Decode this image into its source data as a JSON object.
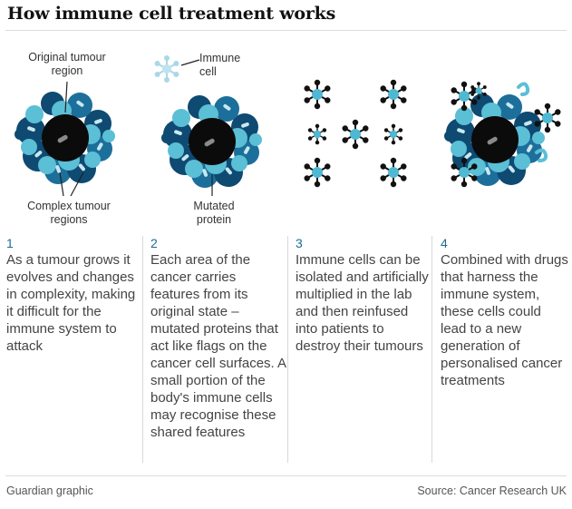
{
  "title": "How immune cell treatment works",
  "labels": {
    "original_region": "Original tumour region",
    "complex_regions": "Complex tumour regions",
    "immune_cell": "Immune cell",
    "mutated_protein": "Mutated protein"
  },
  "steps": [
    {
      "num": "1",
      "text": "As a tumour grows it evolves and changes in complexity, making it difficult for the immune system to attack"
    },
    {
      "num": "2",
      "text": "Each area of the cancer carries features from its original state – mutated proteins that act like flags on the cancer cell surfaces. A small portion of the body's immune cells may recognise these shared features"
    },
    {
      "num": "3",
      "text": "Immune cells can be isolated and artificially multiplied in the lab and then reinfused into patients to destroy their tumours"
    },
    {
      "num": "4",
      "text": "Combined with drugs that harness the immune system, these cells could lead to a new generation of personalised cancer treatments"
    }
  ],
  "footer": {
    "credit": "Guardian graphic",
    "source": "Source: Cancer Research UK"
  },
  "colors": {
    "dark_blue": "#0e4a72",
    "mid_blue": "#1c6f9a",
    "light_blue": "#5bbfd6",
    "core": "#0b0b0b",
    "immune_light": "#9fd3e3"
  }
}
